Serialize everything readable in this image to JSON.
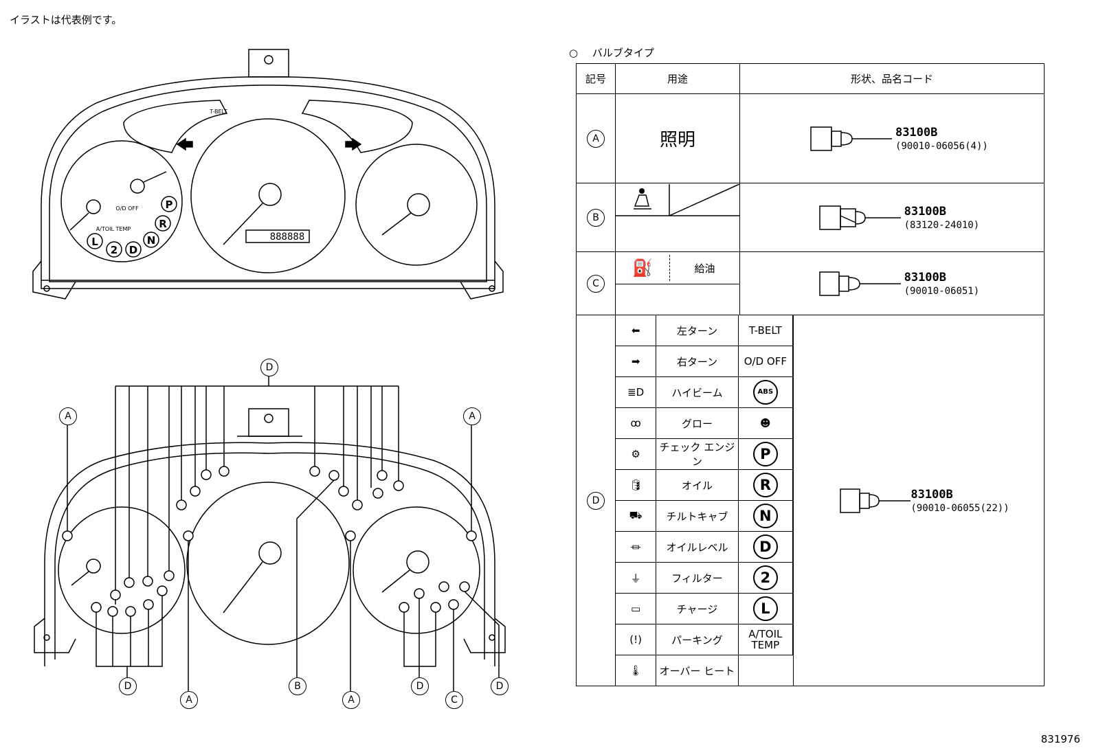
{
  "note": "イラストは代表例です。",
  "figure_id": "831976",
  "table": {
    "caption_symbol": "○",
    "caption": "バルブタイプ",
    "headers": [
      "記号",
      "用途",
      "形状、品名コード"
    ],
    "rows": {
      "a": {
        "symbol": "A",
        "usage": "照明",
        "part": "83100B",
        "code": "(90010-06056(4))"
      },
      "b": {
        "symbol": "B",
        "part": "83100B",
        "code": "(83120-24010)"
      },
      "c": {
        "symbol": "C",
        "usage": "給油",
        "part": "83100B",
        "code": "(90010-06051)"
      },
      "d": {
        "symbol": "D",
        "part": "83100B",
        "code": "(90010-06055(22))",
        "items": [
          {
            "icon": "left-turn-arrow",
            "label": "左ターン",
            "indicator": "T-BELT"
          },
          {
            "icon": "right-turn-arrow",
            "label": "右ターン",
            "indicator": "O/D OFF"
          },
          {
            "icon": "high-beam",
            "label": "ハイビーム",
            "indicator": "ABS"
          },
          {
            "icon": "glow-plug",
            "label": "グロー",
            "indicator": "airbag"
          },
          {
            "icon": "check-engine",
            "label": "チェック エンジン",
            "indicator": "P"
          },
          {
            "icon": "oil-can",
            "label": "オイル",
            "indicator": "R"
          },
          {
            "icon": "tilt-cab",
            "label": "チルトキャブ",
            "indicator": "N"
          },
          {
            "icon": "oil-level",
            "label": "オイルレベル",
            "indicator": "D"
          },
          {
            "icon": "filter",
            "label": "フィルター",
            "indicator": "2"
          },
          {
            "icon": "battery-charge",
            "label": "チャージ",
            "indicator": "L"
          },
          {
            "icon": "parking-brake",
            "label": "パーキング",
            "indicator": "A/TOIL TEMP"
          },
          {
            "icon": "overheat",
            "label": "オーバー ヒート",
            "indicator": ""
          }
        ]
      }
    }
  },
  "cluster_top": {
    "lcd": "888888",
    "tbelt": "T-BELT",
    "od": "O/D OFF",
    "atoil": "A/TOIL TEMP",
    "shift": [
      "P",
      "R",
      "N",
      "D",
      "2",
      "L"
    ]
  },
  "callouts": {
    "a": "A",
    "b": "B",
    "c": "C",
    "d": "D"
  }
}
